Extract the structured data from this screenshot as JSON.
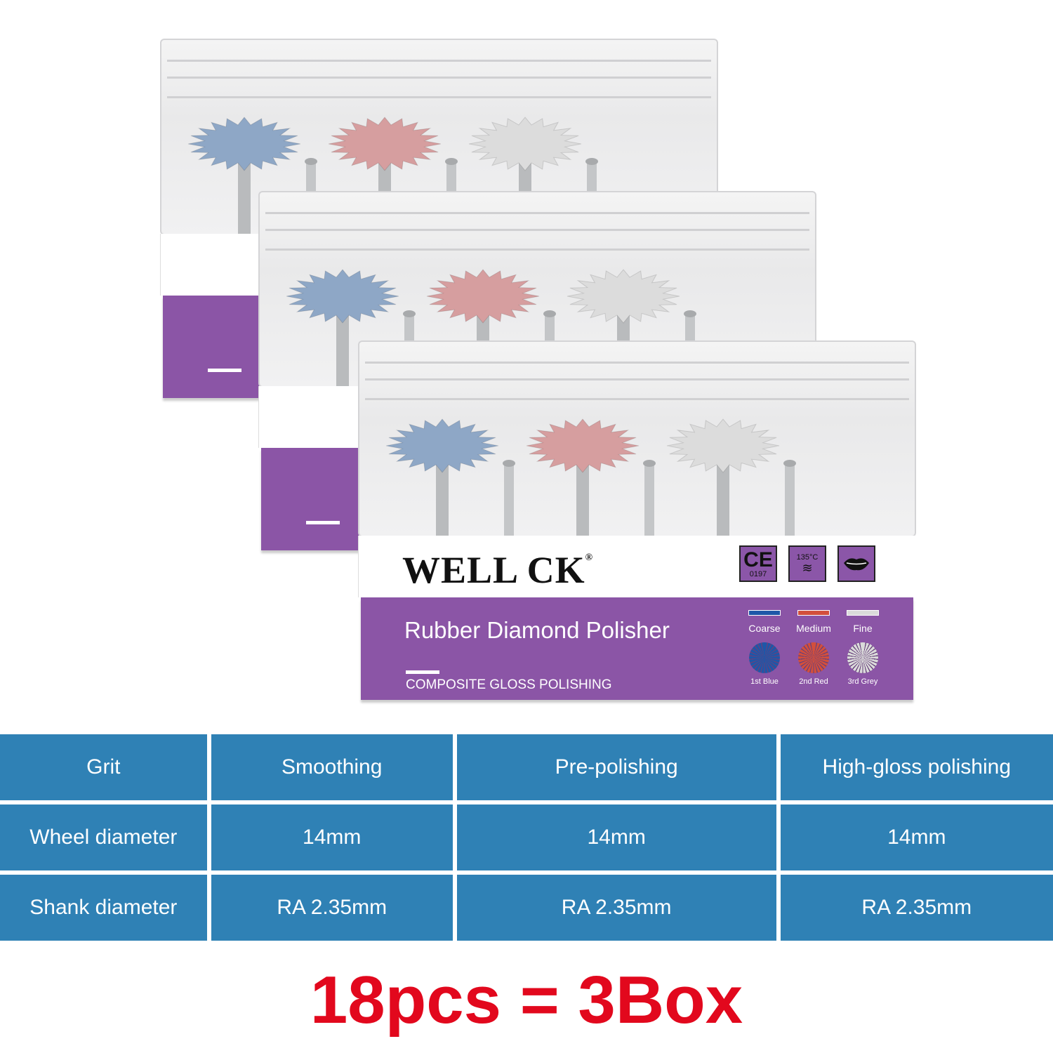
{
  "brand": {
    "logo": "WELL CK",
    "registered": "®"
  },
  "certifications": {
    "ce": "CE",
    "ce_number": "0197",
    "temperature": "135°C"
  },
  "product": {
    "title": "Rubber Diamond Polisher",
    "subtitle": "COMPOSITE GLOSS POLISHING"
  },
  "grades": [
    {
      "label": "Coarse",
      "order": "1st Blue",
      "color": "#1e57a8"
    },
    {
      "label": "Medium",
      "order": "2nd Red",
      "color": "#d24f3c"
    },
    {
      "label": "Fine",
      "order": "3rd Grey",
      "color": "#dadada"
    }
  ],
  "wheel_colors": [
    "#8ea7c6",
    "#d69e9f",
    "#dcdcdc"
  ],
  "spec_table": {
    "rows": [
      [
        "Grit",
        "Smoothing",
        "Pre-polishing",
        "High-gloss polishing"
      ],
      [
        "Wheel diameter",
        "14mm",
        "14mm",
        "14mm"
      ],
      [
        "Shank diameter",
        "RA 2.35mm",
        "RA 2.35mm",
        "RA 2.35mm"
      ]
    ]
  },
  "footer": {
    "text": "18pcs = 3Box"
  }
}
